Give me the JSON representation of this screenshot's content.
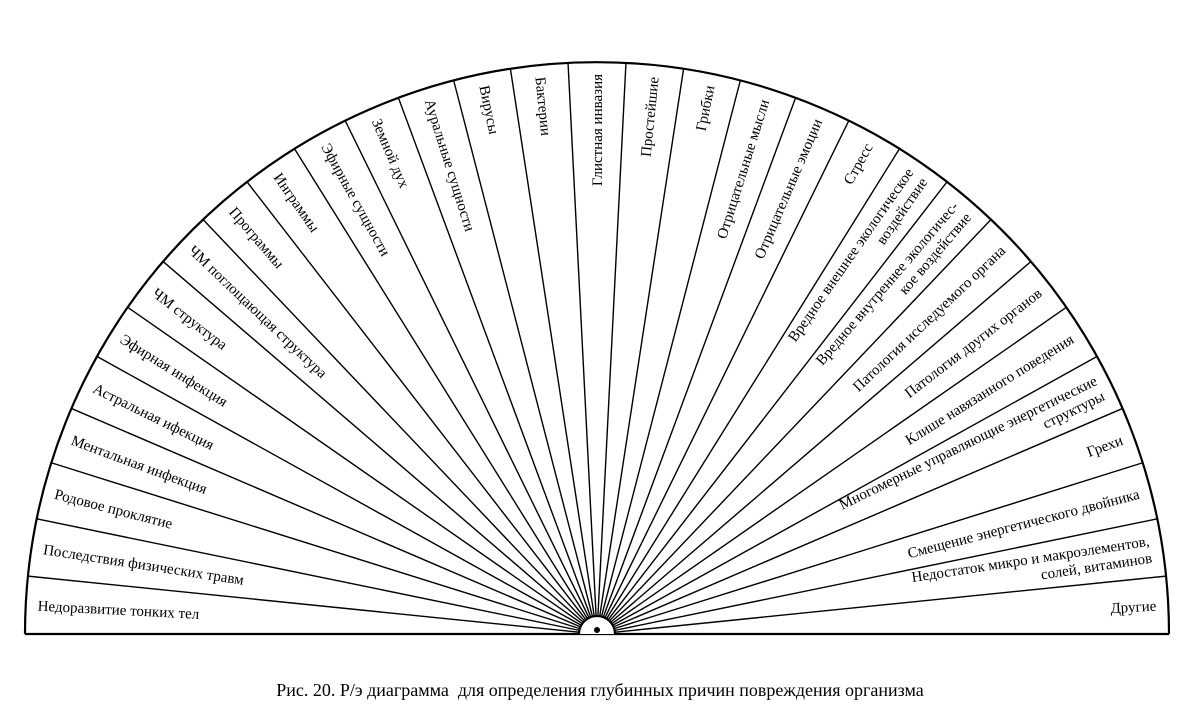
{
  "diagram": {
    "sectors": [
      {
        "lines": [
          "Недоразвитие тонких тел"
        ]
      },
      {
        "lines": [
          "Последствия физических травм"
        ]
      },
      {
        "lines": [
          "Родовое проклятие"
        ]
      },
      {
        "lines": [
          "Ментальная инфекция"
        ]
      },
      {
        "lines": [
          "Астральная ифекция"
        ]
      },
      {
        "lines": [
          "Эфирная инфекция"
        ]
      },
      {
        "lines": [
          "ЧМ структура"
        ]
      },
      {
        "lines": [
          "ЧМ поглощающая структура"
        ]
      },
      {
        "lines": [
          "Программы"
        ]
      },
      {
        "lines": [
          "Инграммы"
        ]
      },
      {
        "lines": [
          "Эфирные сущности"
        ]
      },
      {
        "lines": [
          "Земной дух"
        ]
      },
      {
        "lines": [
          "Ауральные сущности"
        ]
      },
      {
        "lines": [
          "Вирусы"
        ]
      },
      {
        "lines": [
          "Бактерии"
        ]
      },
      {
        "lines": [
          "Глистная инвазия"
        ]
      },
      {
        "lines": [
          "Простейшие"
        ]
      },
      {
        "lines": [
          "Грибки"
        ]
      },
      {
        "lines": [
          "Отрицательные мысли"
        ]
      },
      {
        "lines": [
          "Отрицательные эмоции"
        ]
      },
      {
        "lines": [
          "Стресс"
        ]
      },
      {
        "lines": [
          "Вредное внешнее экологическое",
          "воздействие"
        ]
      },
      {
        "lines": [
          "Вредное внутреннее экологичес-",
          "кое воздействие"
        ]
      },
      {
        "lines": [
          "Патология исследуемого органа"
        ]
      },
      {
        "lines": [
          "Патология других органов"
        ]
      },
      {
        "lines": [
          "Клише навязанного поведения"
        ]
      },
      {
        "lines": [
          "Многомерные управляющие энергетические",
          "структуры"
        ]
      },
      {
        "lines": [
          "Грехи"
        ]
      },
      {
        "lines": [
          "Смещение энергетического двойника"
        ]
      },
      {
        "lines": [
          "Недостаток микро и макроэлементов,",
          "солей, витаминов"
        ]
      },
      {
        "lines": [
          "Другие"
        ]
      }
    ]
  },
  "caption": "Рис. 20. Р/э диаграмма  для определения глубинных причин повреждения организма"
}
